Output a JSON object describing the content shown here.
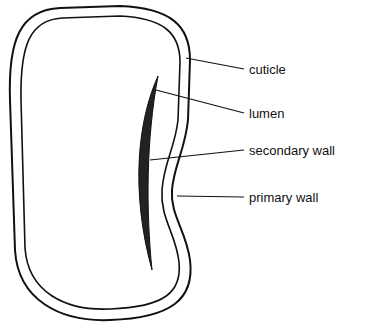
{
  "diagram": {
    "labels": [
      "cuticle",
      "lumen",
      "secondary wall",
      "primary wall"
    ]
  }
}
